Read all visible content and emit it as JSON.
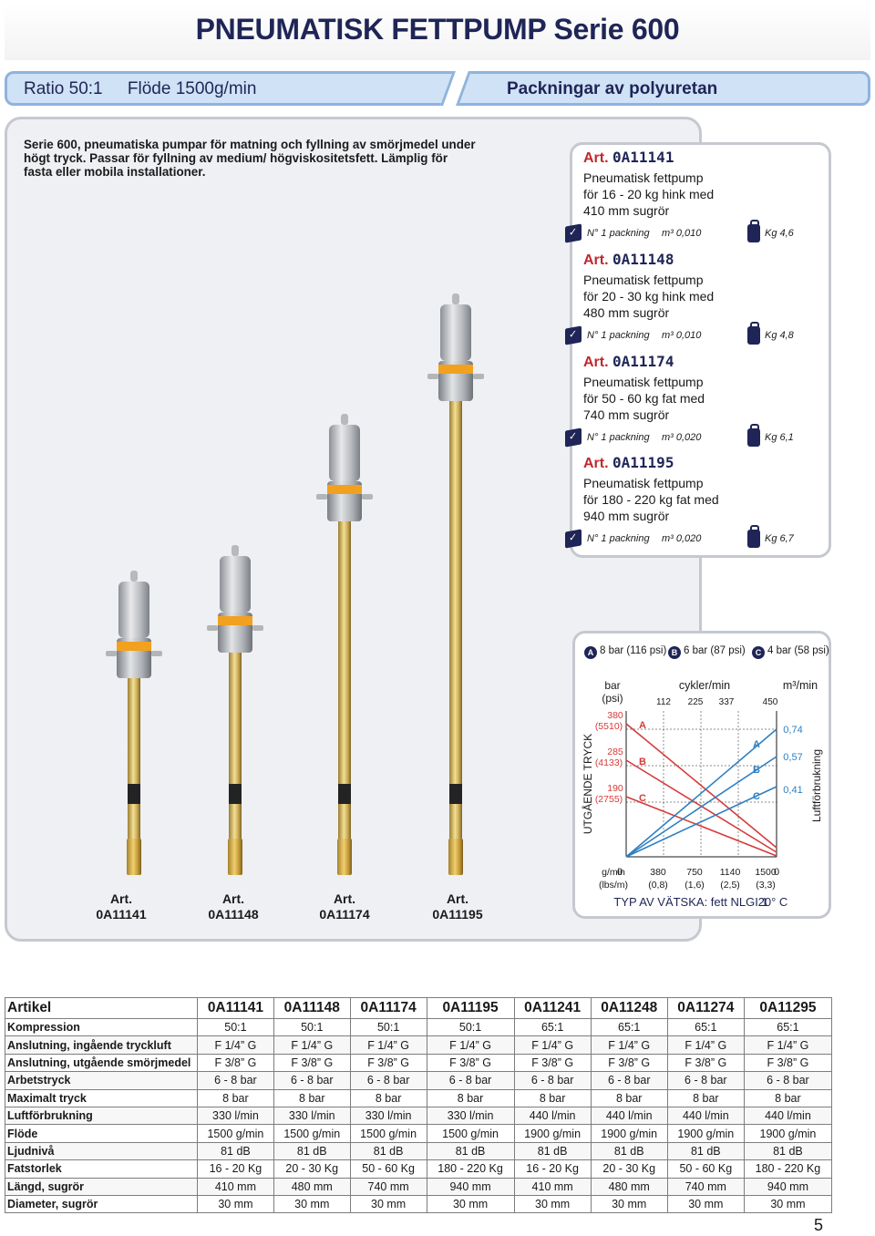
{
  "header": {
    "title": "PNEUMATISK FETTPUMP Serie 600",
    "ratio": "Ratio 50:1",
    "flow": "Flöde 1500g/min",
    "packings": "Packningar av polyuretan"
  },
  "intro": "Serie 600, pneumatiska pumpar för matning och fyllning av smörjmedel  under högt tryck. Passar för fyllning av medium/ högviskositetsfett. Lämplig för fasta eller mobila installationer.",
  "articles": [
    {
      "prefix": "Art.",
      "code": "0A11141",
      "desc": [
        "Pneumatisk fettpump",
        "för 16 - 20 kg hink med",
        "410 mm sugrör"
      ],
      "pack": "N° 1 packning",
      "vol": "m³ 0,010",
      "weight": "Kg 4,6"
    },
    {
      "prefix": "Art.",
      "code": "0A11148",
      "desc": [
        "Pneumatisk fettpump",
        "för 20 - 30 kg hink med",
        "480 mm sugrör"
      ],
      "pack": "N° 1 packning",
      "vol": "m³ 0,010",
      "weight": "Kg 4,8"
    },
    {
      "prefix": "Art.",
      "code": "0A11174",
      "desc": [
        "Pneumatisk fettpump",
        "för 50 - 60 kg fat med",
        "740 mm sugrör"
      ],
      "pack": "N° 1 packning",
      "vol": "m³ 0,020",
      "weight": "Kg 6,1"
    },
    {
      "prefix": "Art.",
      "code": "0A11195",
      "desc": [
        "Pneumatisk fettpump",
        "för 180 - 220 kg fat med",
        "940 mm sugrör"
      ],
      "pack": "N° 1 packning",
      "vol": "m³ 0,020",
      "weight": "Kg 6,7"
    }
  ],
  "pump_captions": [
    {
      "prefix": "Art.",
      "code": "0A11141"
    },
    {
      "prefix": "Art.",
      "code": "0A11148"
    },
    {
      "prefix": "Art.",
      "code": "0A11174"
    },
    {
      "prefix": "Art.",
      "code": "0A11195"
    }
  ],
  "chart": {
    "legend": [
      {
        "marker": "A",
        "text": "8 bar (116 psi)"
      },
      {
        "marker": "B",
        "text": "6 bar (87 psi)"
      },
      {
        "marker": "C",
        "text": "4 bar (58 psi)"
      }
    ],
    "left_unit": "bar",
    "left_unit2": "(psi)",
    "top_unit": "cykler/min",
    "right_unit": "m³/min",
    "left_axis_title": "UTGÅENDE TRYCK",
    "right_axis_title": "Luftförbrukning",
    "cycles": [
      "112",
      "225",
      "337",
      "450"
    ],
    "pressure_ticks": [
      {
        "bar": "380",
        "psi": "(5510)",
        "marker": "A"
      },
      {
        "bar": "285",
        "psi": "(4133)",
        "marker": "B"
      },
      {
        "bar": "190",
        "psi": "(2755)",
        "marker": "C"
      }
    ],
    "air_ticks": [
      "0,74",
      "0,57",
      "0,41"
    ],
    "zero_left": "0",
    "zero_right": "0",
    "bottom_unit": "g/min",
    "bottom_unit2": "(lbs/m)",
    "flow_ticks": [
      {
        "g": "380",
        "lbs": "(0,8)"
      },
      {
        "g": "750",
        "lbs": "(1,6)"
      },
      {
        "g": "1140",
        "lbs": "(2,5)"
      },
      {
        "g": "1500",
        "lbs": "(3,3)"
      }
    ],
    "footer": "TYP AV VÄTSKA: fett NLGI 1",
    "temp": "20° C",
    "colors": {
      "pressure": "#d63b3b",
      "air": "#2e7fc3",
      "grid": "#1a1a1a"
    }
  },
  "table": {
    "header_label": "Artikel",
    "columns": [
      "0A11141",
      "0A11148",
      "0A11174",
      "0A11195",
      "0A11241",
      "0A11248",
      "0A11274",
      "0A11295"
    ],
    "rows": [
      {
        "label": "Kompression",
        "values": [
          "50:1",
          "50:1",
          "50:1",
          "50:1",
          "65:1",
          "65:1",
          "65:1",
          "65:1"
        ]
      },
      {
        "label": "Anslutning, ingående tryckluft",
        "values": [
          "F 1/4” G",
          "F 1/4” G",
          "F 1/4” G",
          "F 1/4” G",
          "F 1/4” G",
          "F 1/4” G",
          "F 1/4” G",
          "F 1/4” G"
        ]
      },
      {
        "label": "Anslutning, utgående smörjmedel",
        "values": [
          "F 3/8” G",
          "F 3/8” G",
          "F 3/8” G",
          "F 3/8” G",
          "F 3/8” G",
          "F 3/8” G",
          "F 3/8” G",
          "F 3/8” G"
        ]
      },
      {
        "label": "Arbetstryck",
        "values": [
          "6 - 8 bar",
          "6 - 8 bar",
          "6 - 8 bar",
          "6 - 8 bar",
          "6 - 8 bar",
          "6 - 8 bar",
          "6 - 8 bar",
          "6 - 8 bar"
        ]
      },
      {
        "label": "Maximalt tryck",
        "values": [
          "8 bar",
          "8 bar",
          "8 bar",
          "8 bar",
          "8 bar",
          "8 bar",
          "8 bar",
          "8 bar"
        ]
      },
      {
        "label": "Luftförbrukning",
        "values": [
          "330 l/min",
          "330 l/min",
          "330 l/min",
          "330 l/min",
          "440 l/min",
          "440 l/min",
          "440 l/min",
          "440 l/min"
        ]
      },
      {
        "label": "Flöde",
        "values": [
          "1500 g/min",
          "1500 g/min",
          "1500 g/min",
          "1500 g/min",
          "1900 g/min",
          "1900 g/min",
          "1900 g/min",
          "1900 g/min"
        ]
      },
      {
        "label": "Ljudnivå",
        "values": [
          "81 dB",
          "81 dB",
          "81 dB",
          "81 dB",
          "81 dB",
          "81 dB",
          "81 dB",
          "81 dB"
        ]
      },
      {
        "label": "Fatstorlek",
        "values": [
          "16 - 20 Kg",
          "20 - 30 Kg",
          "50 - 60 Kg",
          "180 - 220 Kg",
          "16 - 20 Kg",
          "20 - 30 Kg",
          "50 - 60 Kg",
          "180 - 220 Kg"
        ]
      },
      {
        "label": "Längd, sugrör",
        "values": [
          "410 mm",
          "480 mm",
          "740 mm",
          "940 mm",
          "410 mm",
          "480 mm",
          "740 mm",
          "940 mm"
        ]
      },
      {
        "label": "Diameter, sugrör",
        "values": [
          "30 mm",
          "30 mm",
          "30 mm",
          "30 mm",
          "30 mm",
          "30 mm",
          "30 mm",
          "30 mm"
        ]
      }
    ]
  },
  "page_number": "5"
}
